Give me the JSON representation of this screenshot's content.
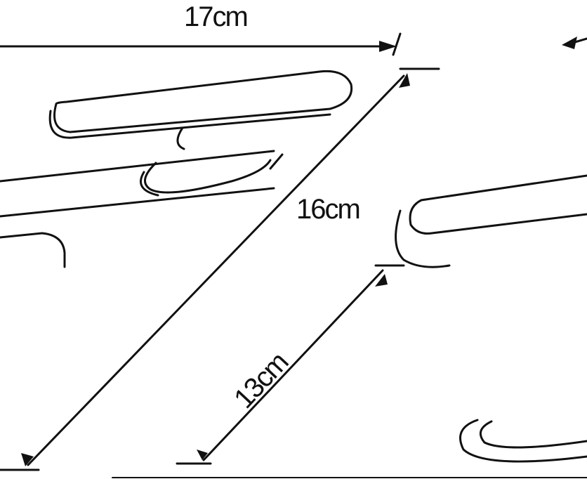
{
  "dimensions": {
    "width_label": "17cm",
    "depth_label": "16cm",
    "height_label": "13cm"
  },
  "colors": {
    "line": "#111111",
    "background": "#ffffff"
  }
}
